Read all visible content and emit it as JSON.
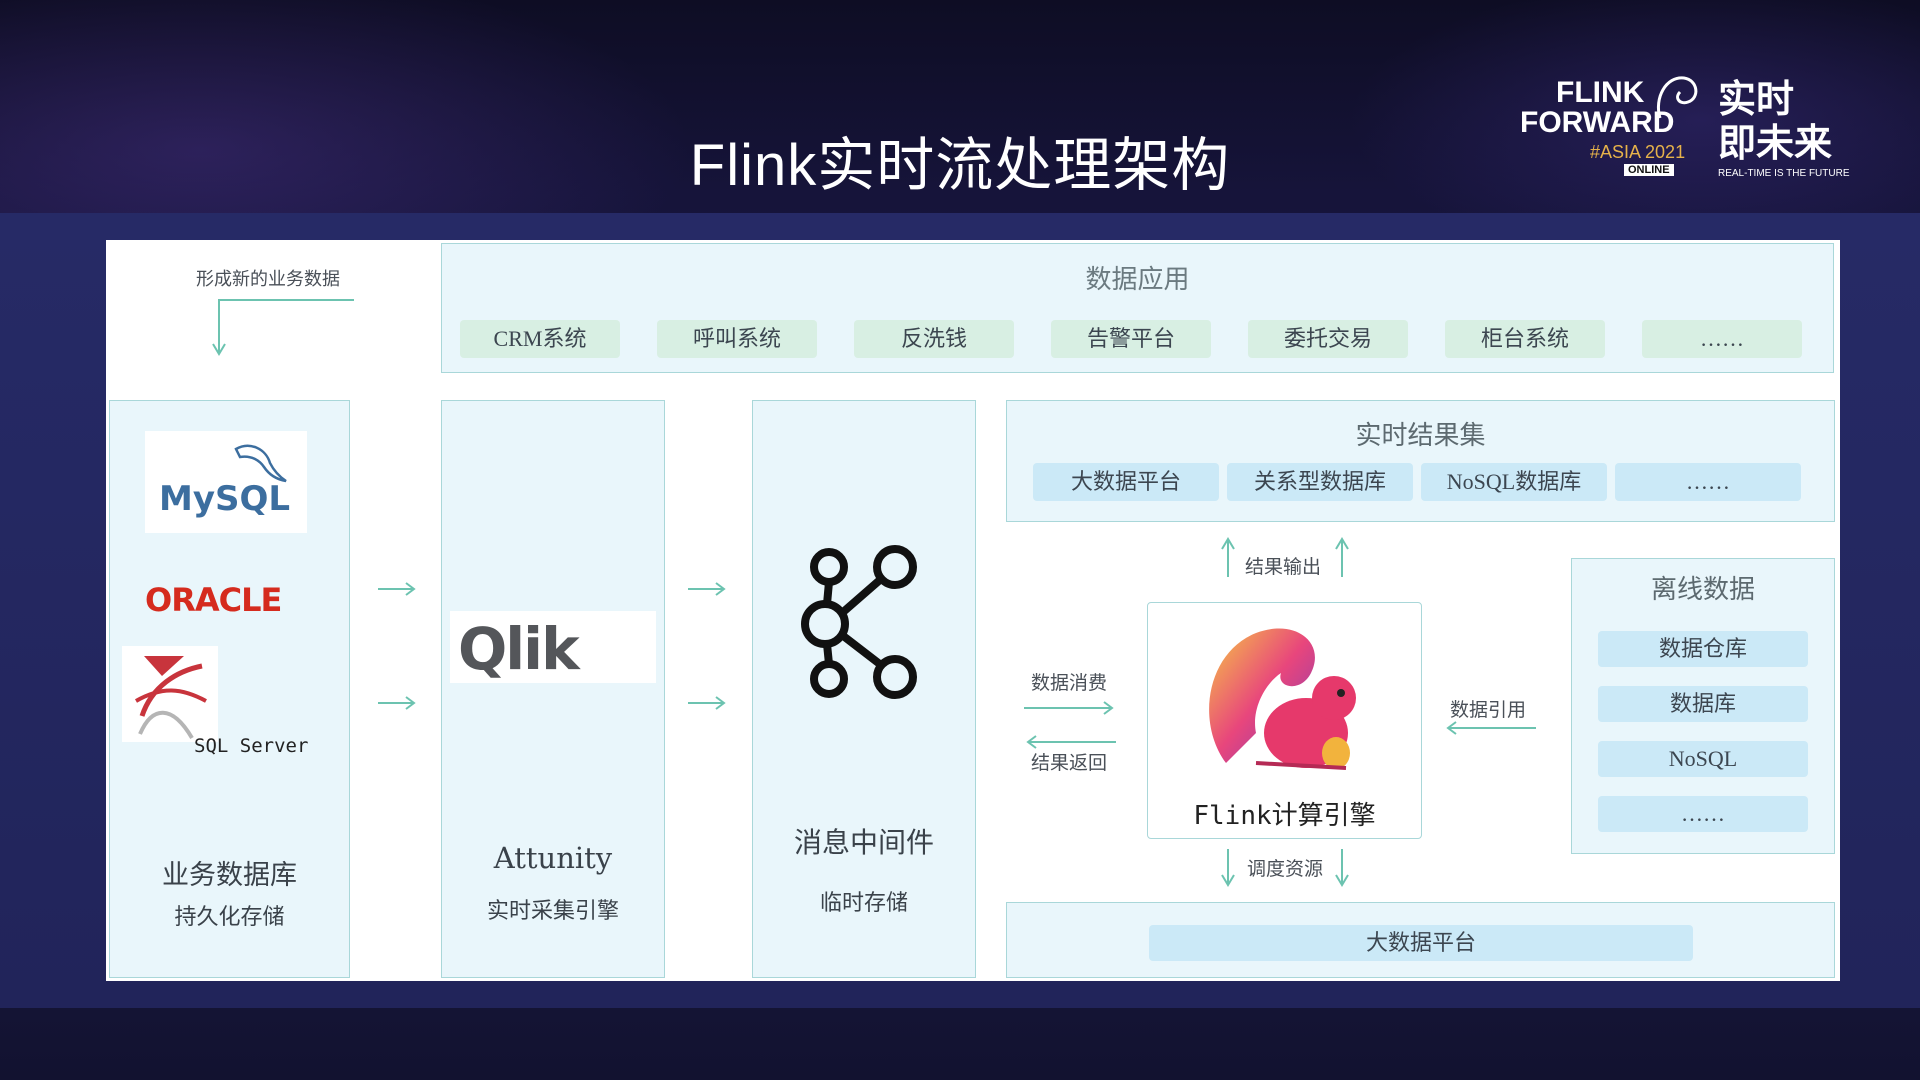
{
  "slide_title": "Flink实时流处理架构",
  "brand": {
    "line1": "FLINK",
    "line2": "FORWARD",
    "event": "#ASIA 2021",
    "badge": "ONLINE",
    "tagline_cn_1": "实时",
    "tagline_cn_2": "即未来",
    "tagline_en": "REAL-TIME IS THE FUTURE"
  },
  "feedback_note": "形成新的业务数据",
  "data_app": {
    "title": "数据应用",
    "items": [
      "CRM系统",
      "呼叫系统",
      "反洗钱",
      "告警平台",
      "委托交易",
      "柜台系统",
      "……"
    ]
  },
  "business_db": {
    "logos": [
      "MySQL",
      "ORACLE",
      "SQL Server"
    ],
    "title": "业务数据库",
    "subtitle": "持久化存储"
  },
  "collector": {
    "logo": "Qlik",
    "title": "Attunity",
    "subtitle": "实时采集引擎"
  },
  "mq": {
    "icon": "kafka-icon",
    "title": "消息中间件",
    "subtitle": "临时存储"
  },
  "results": {
    "title": "实时结果集",
    "items": [
      "大数据平台",
      "关系型数据库",
      "NoSQL数据库",
      "……"
    ]
  },
  "flink": {
    "label": "Flink计算引擎",
    "icon": "flink-squirrel-icon"
  },
  "offline": {
    "title": "离线数据",
    "items": [
      "数据仓库",
      "数据库",
      "NoSQL",
      "……"
    ]
  },
  "bigdata": {
    "label": "大数据平台"
  },
  "flows": {
    "result_output": "结果输出",
    "consume": "数据消费",
    "return": "结果返回",
    "reference": "数据引用",
    "schedule": "调度资源"
  },
  "colors": {
    "box_fill": "#e9f6fb",
    "box_border": "#a9d7d9",
    "pill": "#cbe9f7",
    "pill_green": "#d8efe3",
    "arrow": "#6cc3b0"
  }
}
